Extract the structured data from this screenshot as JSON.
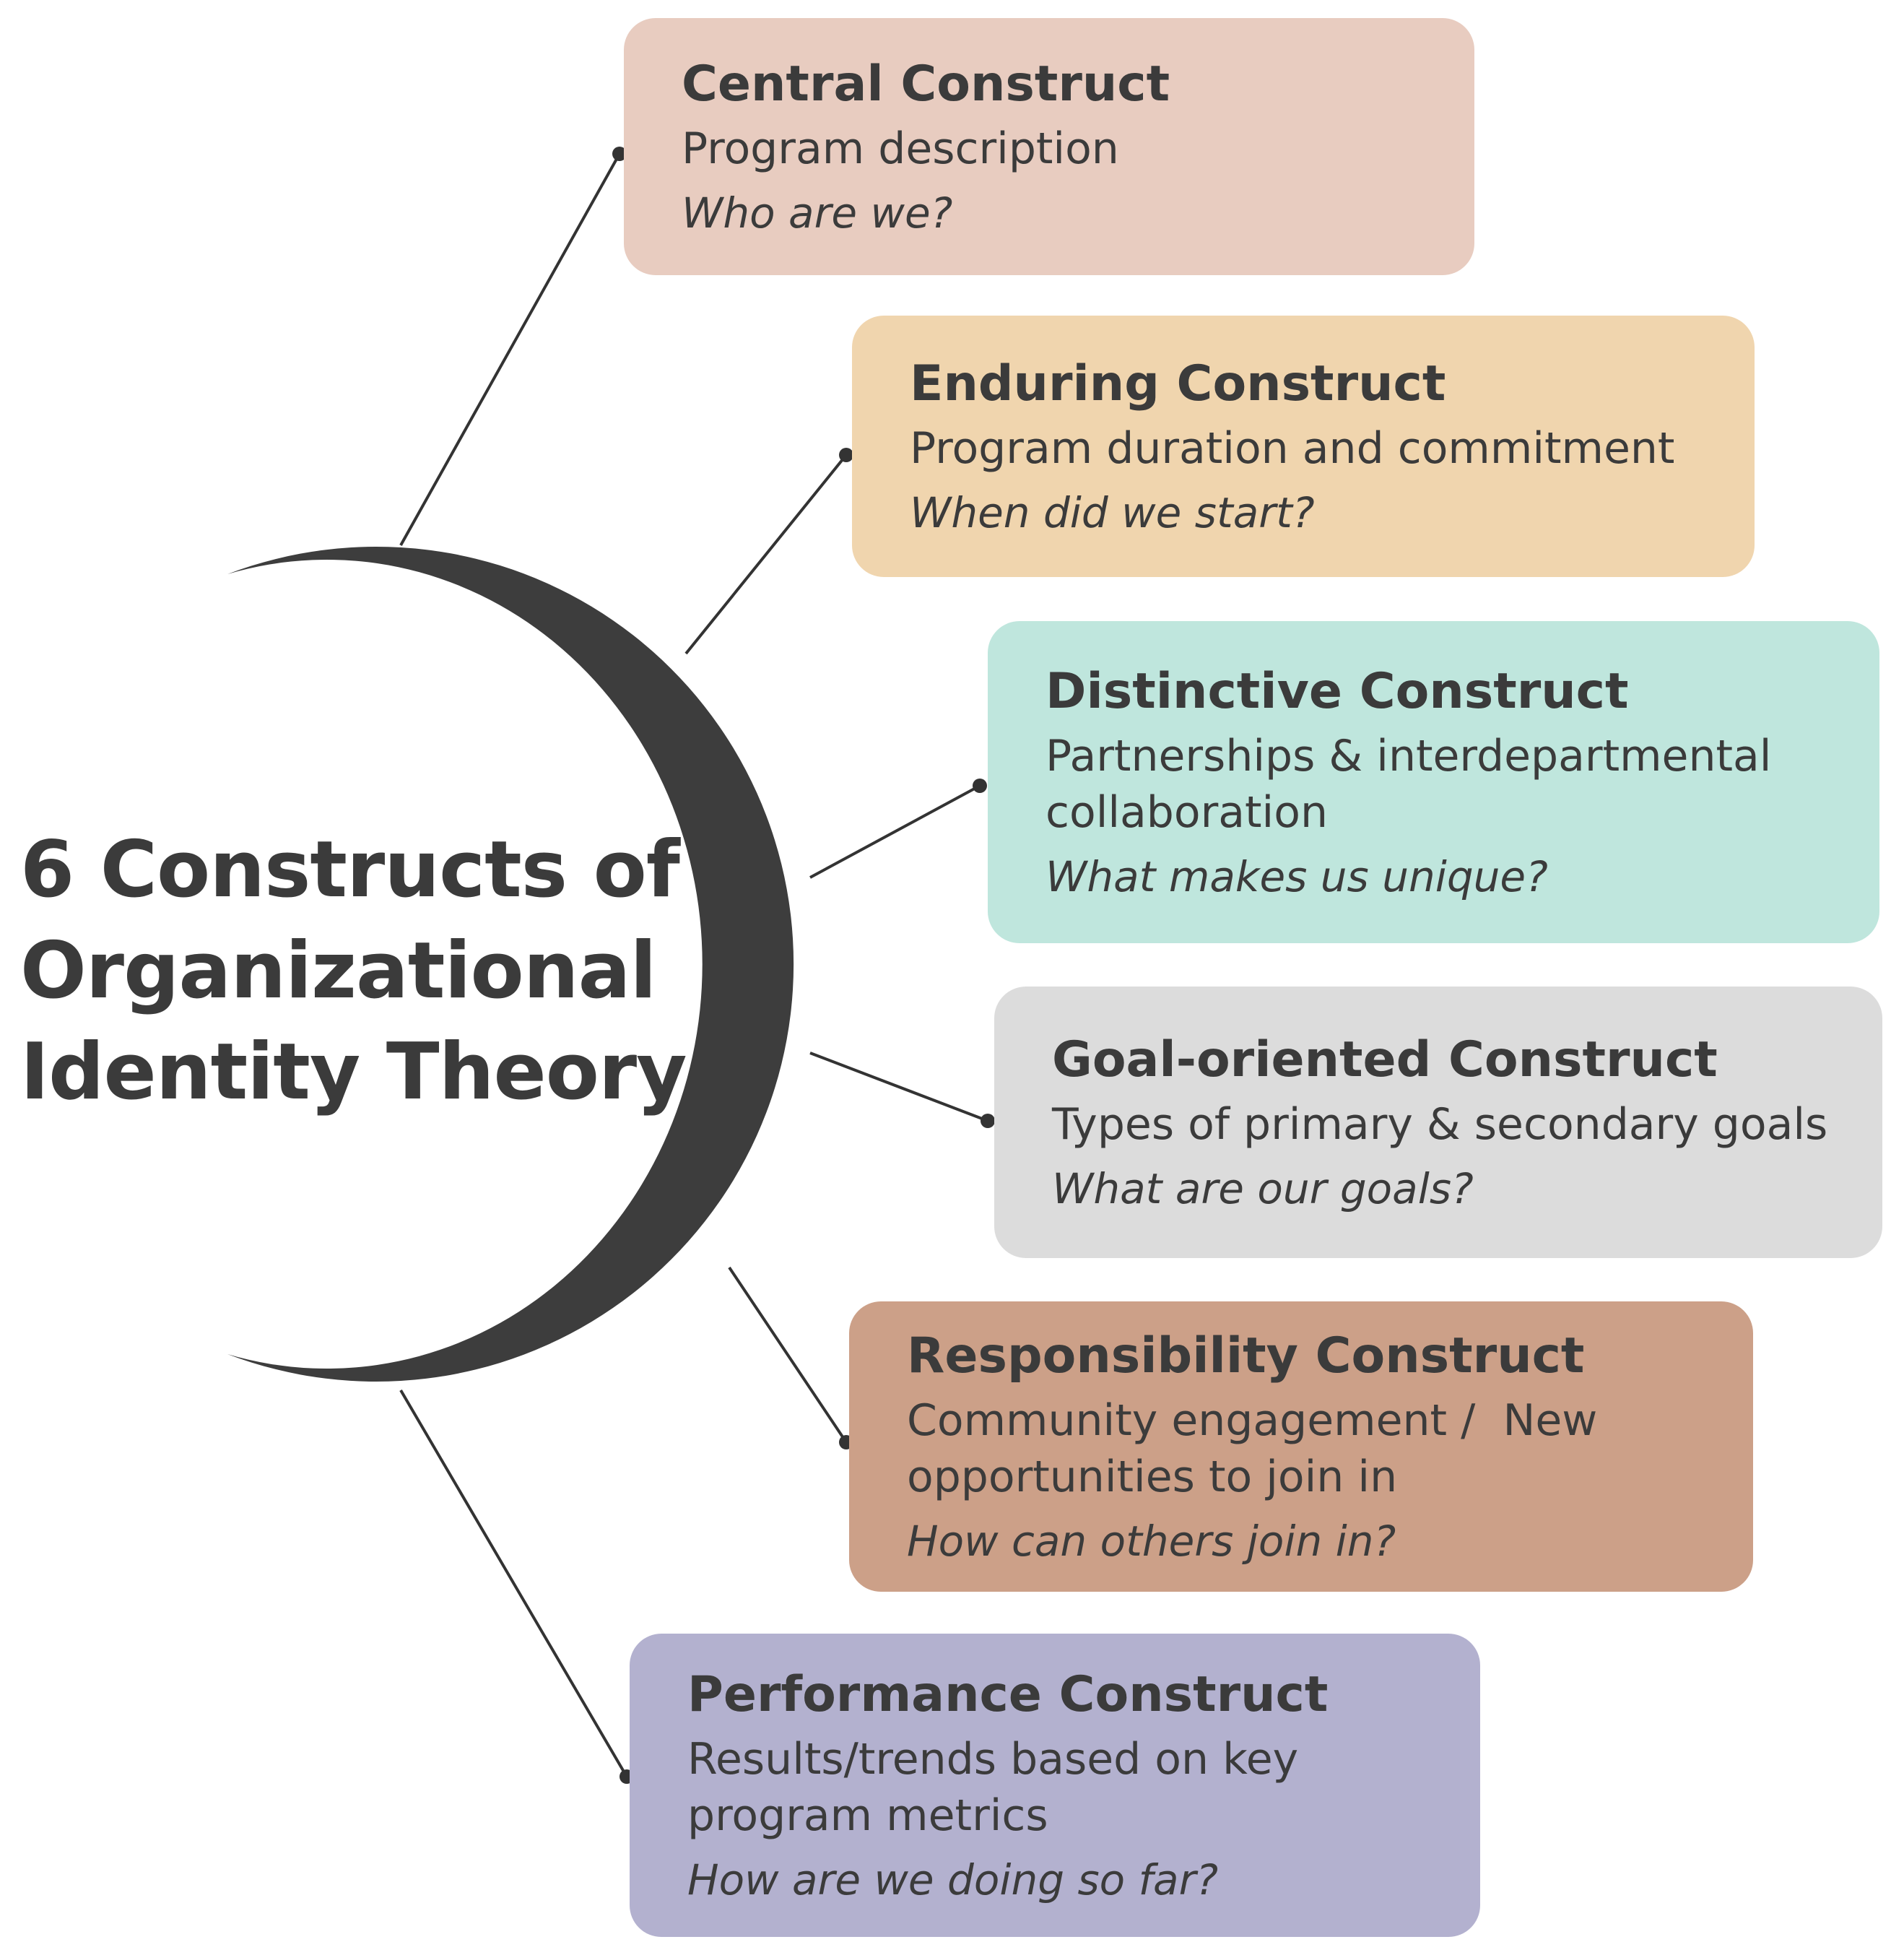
{
  "title": {
    "line1": "6 Constructs of",
    "line2": "Organizational",
    "line3": "Identity Theory"
  },
  "colors": {
    "crescent": "#3d3d3d",
    "connector": "#333333",
    "central": "#e8ccc0",
    "enduring": "#f0d5ae",
    "distinctive": "#bfe6dd",
    "goal": "#dcdcdc",
    "responsibility": "#cca088",
    "performance": "#b3b1cf"
  },
  "constructs": [
    {
      "title": "Central Construct",
      "description": "Program description",
      "question": "Who are we?"
    },
    {
      "title": "Enduring Construct",
      "description": "Program duration and commitment",
      "question": "When did we start?"
    },
    {
      "title": "Distinctive Construct",
      "description_line1": "Partnerships & interdepartmental",
      "description_line2": "collaboration",
      "question": "What makes us unique?"
    },
    {
      "title": "Goal-oriented Construct",
      "description": "Types of primary & secondary goals",
      "question": "What are our goals?"
    },
    {
      "title": "Responsibility Construct",
      "description_line1": "Community engagement /  New",
      "description_line2": "opportunities to join in",
      "question": "How can others join in?"
    },
    {
      "title": "Performance Construct",
      "description_line1": "Results/trends based on key",
      "description_line2": "program metrics",
      "question": "How are we doing so far?"
    }
  ]
}
